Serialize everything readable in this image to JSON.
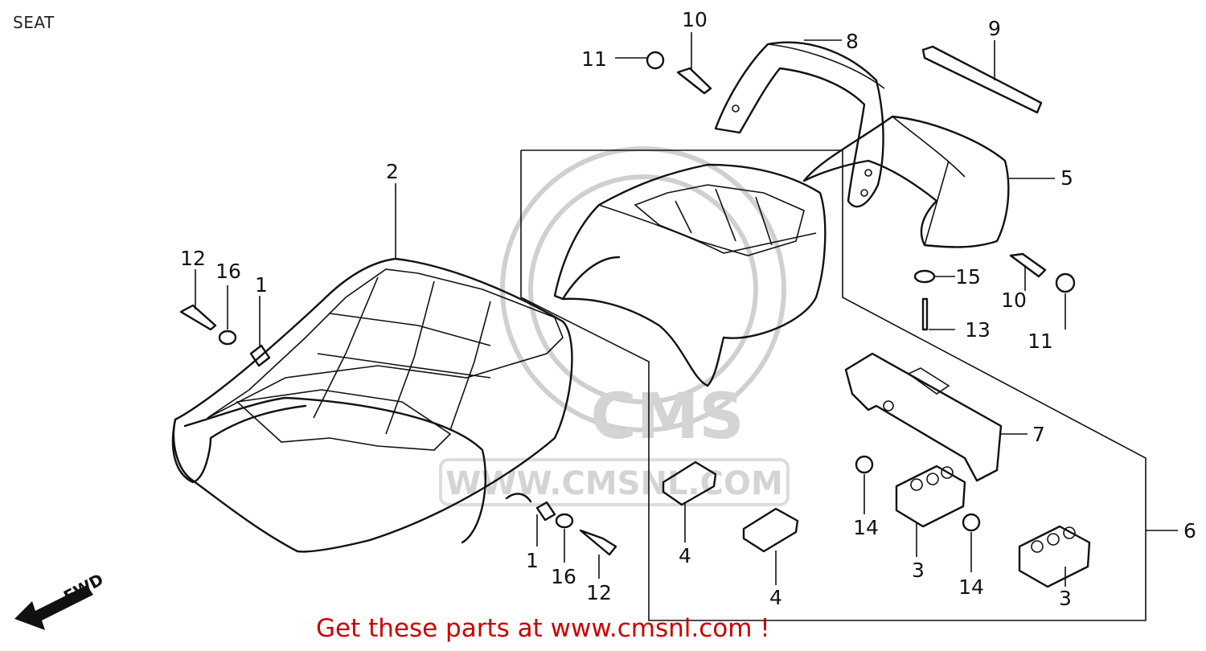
{
  "title": "SEAT",
  "footer": "Get these parts at www.cmsnl.com !",
  "direction_label": "FWD",
  "watermark": {
    "logo_text": "CMS",
    "url_text": "WWW.CMSNL.COM"
  },
  "callouts": {
    "c1a": "1",
    "c1b": "1",
    "c2": "2",
    "c3a": "3",
    "c3b": "3",
    "c4a": "4",
    "c4b": "4",
    "c5": "5",
    "c6": "6",
    "c7": "7",
    "c8": "8",
    "c9": "9",
    "c10a": "10",
    "c10b": "10",
    "c11a": "11",
    "c11b": "11",
    "c12a": "12",
    "c12b": "12",
    "c13": "13",
    "c14a": "14",
    "c14b": "14",
    "c15": "15",
    "c16a": "16",
    "c16b": "16"
  },
  "colors": {
    "ink": "#111111",
    "footer": "#cc0000",
    "watermark": "#d4d4d4"
  }
}
